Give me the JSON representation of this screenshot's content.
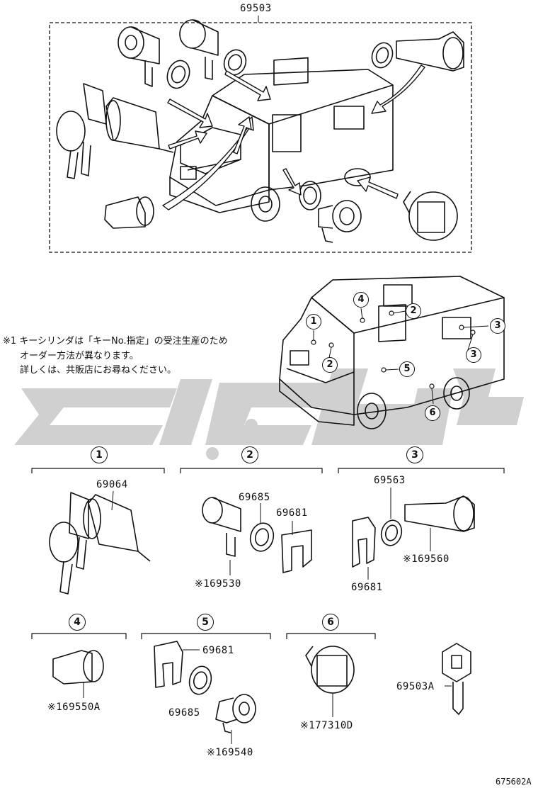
{
  "overview": {
    "assembly_part": "69503"
  },
  "note": {
    "lines": [
      "※1 キーシリンダは「キーNo.指定」の受注生産のため",
      "オーダー方法が異なります。",
      "詳しくは、共販店にお尋ねください。"
    ]
  },
  "callouts": [
    "1",
    "2",
    "2",
    "3",
    "3",
    "4",
    "5",
    "6"
  ],
  "sections": [
    {
      "number": "1",
      "parts": [
        "69064"
      ]
    },
    {
      "number": "2",
      "parts": [
        "69685",
        "69681",
        "※169530"
      ]
    },
    {
      "number": "3",
      "parts": [
        "69563",
        "69681",
        "※169560"
      ]
    },
    {
      "number": "4",
      "parts": [
        "※169550A"
      ]
    },
    {
      "number": "5",
      "parts": [
        "69681",
        "69685",
        "※169540"
      ]
    },
    {
      "number": "6",
      "parts": [
        "※177310D"
      ]
    }
  ],
  "key_part": "69503A",
  "catalog_number": "675602A",
  "colors": {
    "line": "#111111",
    "watermark": "#c8c8c8"
  }
}
